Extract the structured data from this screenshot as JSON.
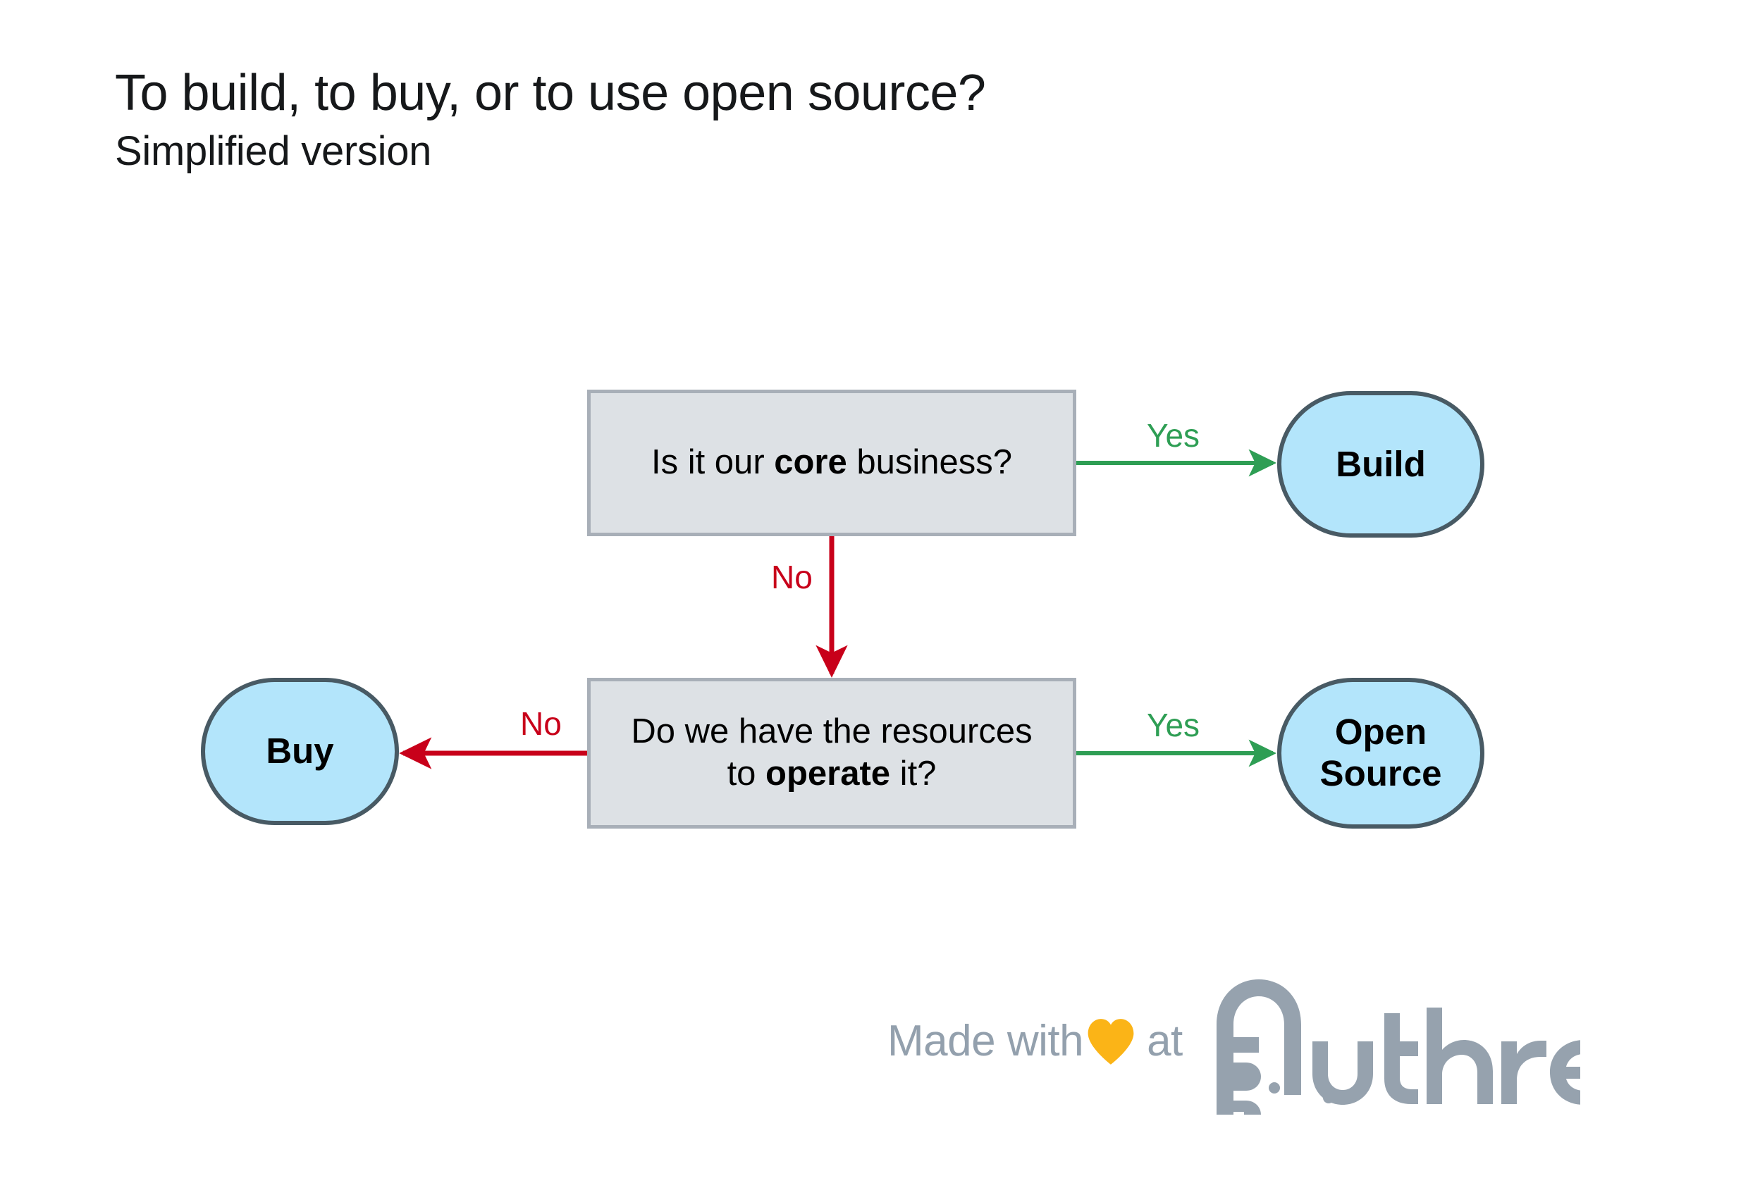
{
  "header": {
    "title": "To build, to buy, or to use open source?",
    "subtitle": "Simplified version"
  },
  "diagram": {
    "type": "flowchart",
    "nodes": [
      {
        "id": "core-business",
        "shape": "rectangle",
        "role": "decision",
        "text_parts": {
          "before": "Is it our ",
          "emphasis": "core",
          "after": " business?"
        },
        "full_text": "Is it our core business?",
        "fill": "#dde1e5",
        "stroke": "#a8afb8"
      },
      {
        "id": "build",
        "shape": "stadium",
        "role": "terminal",
        "label": "Build",
        "fill": "#b3e5fb",
        "stroke": "#485a64"
      },
      {
        "id": "resources",
        "shape": "rectangle",
        "role": "decision",
        "text_parts": {
          "line1": "Do we have the resources",
          "before": "to ",
          "emphasis": "operate",
          "after": " it?"
        },
        "full_text": "Do we have the resources to operate it?",
        "fill": "#dde1e5",
        "stroke": "#a8afb8"
      },
      {
        "id": "buy",
        "shape": "stadium",
        "role": "terminal",
        "label": "Buy",
        "fill": "#b3e5fb",
        "stroke": "#485a64"
      },
      {
        "id": "open-source",
        "shape": "stadium",
        "role": "terminal",
        "label_line1": "Open",
        "label_line2": "Source",
        "label": "Open Source",
        "fill": "#b3e5fb",
        "stroke": "#485a64"
      }
    ],
    "edges": [
      {
        "id": "core-to-build",
        "from": "core-business",
        "to": "build",
        "label": "Yes",
        "color": "#2e9e54",
        "direction": "right"
      },
      {
        "id": "core-to-resources",
        "from": "core-business",
        "to": "resources",
        "label": "No",
        "color": "#c8001a",
        "direction": "down"
      },
      {
        "id": "resources-to-buy",
        "from": "resources",
        "to": "buy",
        "label": "No",
        "color": "#c8001a",
        "direction": "left"
      },
      {
        "id": "resources-to-os",
        "from": "resources",
        "to": "open-source",
        "label": "Yes",
        "color": "#2e9e54",
        "direction": "right"
      }
    ]
  },
  "footer": {
    "made_with": "Made with",
    "at": "at",
    "heart_color": "#fbb417",
    "brand_name": "Authress",
    "brand_color": "#96a2ae",
    "text_color": "#93a0ad"
  }
}
